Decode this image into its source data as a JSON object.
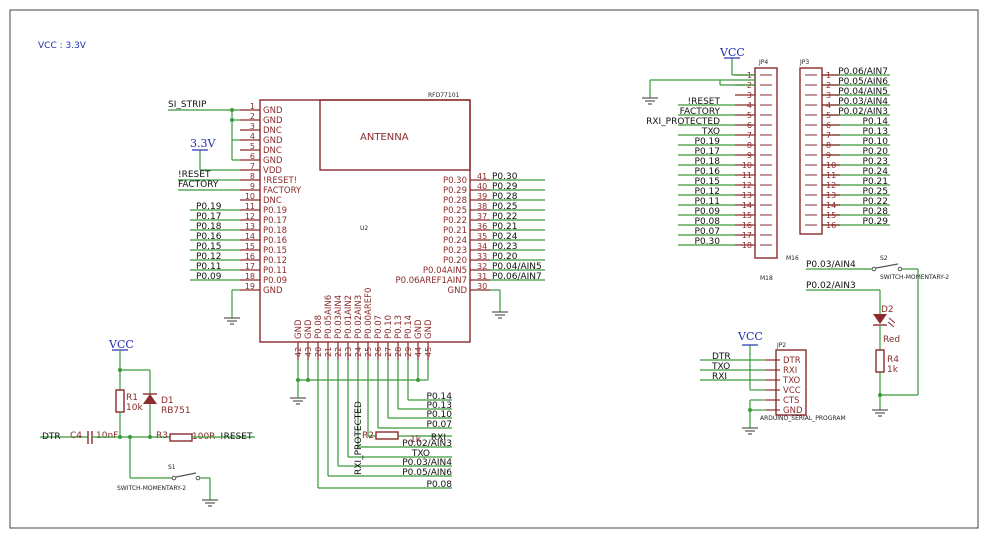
{
  "vcc_note": "VCC : 3.3V",
  "u2": {
    "name": "U2",
    "part": "RFD77101",
    "antenna": "ANTENNA",
    "left_pins": [
      {
        "num": "1",
        "name": "GND",
        "net": "SI_STRIP"
      },
      {
        "num": "2",
        "name": "GND",
        "net": ""
      },
      {
        "num": "3",
        "name": "DNC",
        "net": ""
      },
      {
        "num": "4",
        "name": "GND",
        "net": ""
      },
      {
        "num": "5",
        "name": "DNC",
        "net": ""
      },
      {
        "num": "6",
        "name": "GND",
        "net": ""
      },
      {
        "num": "7",
        "name": "VDD",
        "net": ""
      },
      {
        "num": "8",
        "name": "!RESET!",
        "net": "!RESET"
      },
      {
        "num": "9",
        "name": "FACTORY",
        "net": "FACTORY"
      },
      {
        "num": "10",
        "name": "DNC",
        "net": ""
      },
      {
        "num": "11",
        "name": "P0.19",
        "net": "P0.19"
      },
      {
        "num": "12",
        "name": "P0.17",
        "net": "P0.17"
      },
      {
        "num": "13",
        "name": "P0.18",
        "net": "P0.18"
      },
      {
        "num": "14",
        "name": "P0.16",
        "net": "P0.16"
      },
      {
        "num": "15",
        "name": "P0.15",
        "net": "P0.15"
      },
      {
        "num": "16",
        "name": "P0.12",
        "net": "P0.12"
      },
      {
        "num": "17",
        "name": "P0.11",
        "net": "P0.11"
      },
      {
        "num": "18",
        "name": "P0.09",
        "net": "P0.09"
      },
      {
        "num": "19",
        "name": "GND",
        "net": ""
      }
    ],
    "right_pins": [
      {
        "num": "41",
        "name": "P0.30",
        "net": "P0.30"
      },
      {
        "num": "40",
        "name": "P0.29",
        "net": "P0.29"
      },
      {
        "num": "39",
        "name": "P0.28",
        "net": "P0.28"
      },
      {
        "num": "38",
        "name": "P0.25",
        "net": "P0.25"
      },
      {
        "num": "37",
        "name": "P0.22",
        "net": "P0.22"
      },
      {
        "num": "36",
        "name": "P0.21",
        "net": "P0.21"
      },
      {
        "num": "35",
        "name": "P0.24",
        "net": "P0.24"
      },
      {
        "num": "34",
        "name": "P0.23",
        "net": "P0.23"
      },
      {
        "num": "33",
        "name": "P0.20",
        "net": "P0.20"
      },
      {
        "num": "32",
        "name": "P0.04AIN5",
        "net": "P0.04/AIN5"
      },
      {
        "num": "31",
        "name": "P0.06AREF1AIN7",
        "net": "P0.06/AIN7"
      },
      {
        "num": "30",
        "name": "GND",
        "net": ""
      }
    ],
    "bottom_pins": [
      {
        "num": "42",
        "name": "GND"
      },
      {
        "num": "43",
        "name": "GND"
      },
      {
        "num": "20",
        "name": "P0.08"
      },
      {
        "num": "21",
        "name": "P0.05AIN6"
      },
      {
        "num": "22",
        "name": "P0.03AIN4"
      },
      {
        "num": "23",
        "name": "P0.01AIN2"
      },
      {
        "num": "24",
        "name": "P0.02AIN3"
      },
      {
        "num": "25",
        "name": "P0.00AREF0"
      },
      {
        "num": "26",
        "name": "P0.07"
      },
      {
        "num": "27",
        "name": "P0.10"
      },
      {
        "num": "28",
        "name": "P0.13"
      },
      {
        "num": "29",
        "name": "P0.14"
      },
      {
        "num": "44",
        "name": "GND"
      },
      {
        "num": "45",
        "name": "GND"
      }
    ],
    "bottom_nets": [
      "P0.14",
      "P0.13",
      "P0.10",
      "P0.07",
      "RXI",
      "P0.02/AIN3",
      "TXO",
      "P0.03/AIN4",
      "P0.05/AIN6",
      "P0.08"
    ],
    "rxi_protected": "RXI_PROTECTED"
  },
  "power_3v3": "3.3V",
  "jp4": {
    "name": "JP4",
    "footer": "M18",
    "footer2": "M16",
    "pins": [
      {
        "num": "1",
        "net": ""
      },
      {
        "num": "2",
        "net": ""
      },
      {
        "num": "3",
        "net": ""
      },
      {
        "num": "4",
        "net": "!RESET"
      },
      {
        "num": "5",
        "net": "FACTORY"
      },
      {
        "num": "6",
        "net": "RXI_PROTECTED"
      },
      {
        "num": "7",
        "net": "TXO"
      },
      {
        "num": "8",
        "net": "P0.19"
      },
      {
        "num": "9",
        "net": "P0.17"
      },
      {
        "num": "10",
        "net": "P0.18"
      },
      {
        "num": "11",
        "net": "P0.16"
      },
      {
        "num": "12",
        "net": "P0.15"
      },
      {
        "num": "13",
        "net": "P0.12"
      },
      {
        "num": "14",
        "net": "P0.11"
      },
      {
        "num": "15",
        "net": "P0.09"
      },
      {
        "num": "16",
        "net": "P0.08"
      },
      {
        "num": "17",
        "net": "P0.07"
      },
      {
        "num": "18",
        "net": "P0.30"
      }
    ]
  },
  "jp3": {
    "name": "JP3",
    "pins": [
      {
        "num": "1",
        "net": "P0.06/AIN7"
      },
      {
        "num": "2",
        "net": "P0.05/AIN6"
      },
      {
        "num": "3",
        "net": "P0.04/AIN5"
      },
      {
        "num": "4",
        "net": "P0.03/AIN4"
      },
      {
        "num": "5",
        "net": "P0.02/AIN3"
      },
      {
        "num": "6",
        "net": "P0.14"
      },
      {
        "num": "7",
        "net": "P0.13"
      },
      {
        "num": "8",
        "net": "P0.10"
      },
      {
        "num": "9",
        "net": "P0.20"
      },
      {
        "num": "10",
        "net": "P0.23"
      },
      {
        "num": "11",
        "net": "P0.24"
      },
      {
        "num": "12",
        "net": "P0.21"
      },
      {
        "num": "13",
        "net": "P0.25"
      },
      {
        "num": "14",
        "net": "P0.22"
      },
      {
        "num": "15",
        "net": "P0.28"
      },
      {
        "num": "16",
        "net": "P0.29"
      }
    ]
  },
  "jp2": {
    "name": "JP2",
    "footer": "ARDUINO_SERIAL_PROGRAM",
    "pins": [
      {
        "name": "DTR",
        "net": "DTR"
      },
      {
        "name": "RXI",
        "net": "TXO"
      },
      {
        "name": "TXO",
        "net": "RXI"
      },
      {
        "name": "VCC",
        "net": ""
      },
      {
        "name": "CTS",
        "net": ""
      },
      {
        "name": "GND",
        "net": ""
      }
    ]
  },
  "s2": {
    "name": "S2",
    "type": "SWITCH-MOMENTARY-2",
    "net_top": "P0.03/AIN4",
    "net_bottom": "P0.02/AIN3"
  },
  "s1": {
    "name": "S1",
    "type": "SWITCH-MOMENTARY-2"
  },
  "d2": {
    "name": "D2",
    "value": "Red"
  },
  "r4": {
    "name": "R4",
    "value": "1k"
  },
  "r1": {
    "name": "R1",
    "value": "10k"
  },
  "d1": {
    "name": "D1",
    "value": "RB751"
  },
  "c4": {
    "name": "C4",
    "value": "10nF"
  },
  "r3": {
    "name": "R3",
    "value": "100R"
  },
  "r2": {
    "name": "R2",
    "value": "1k"
  },
  "nets": {
    "dtr": "DTR",
    "reset": "!RESET",
    "vcc": "VCC",
    "si_strip": "SI_STRIP",
    "reset_l": "!RESET",
    "factory_l": "FACTORY"
  }
}
